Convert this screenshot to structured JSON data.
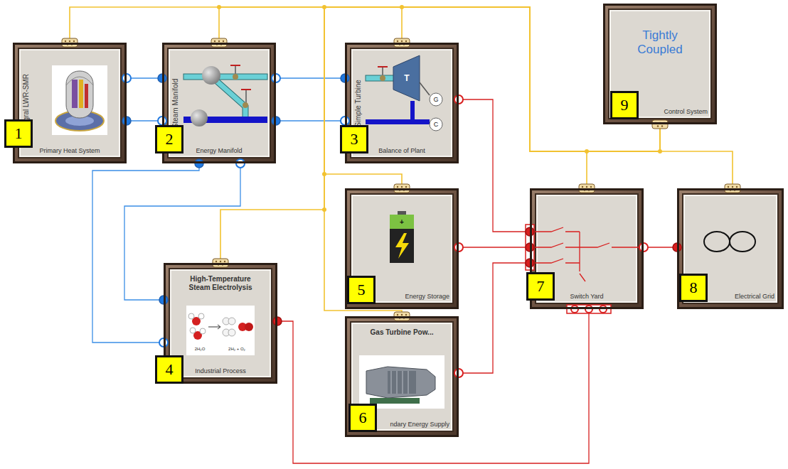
{
  "diagram": {
    "nodes": [
      {
        "text": [
          "Integral LWR-SMR",
          "Primary Heat System"
        ]
      },
      {
        "text": [
          "Steam Manifold",
          "Energy Manifold"
        ]
      },
      {
        "text": [
          "Simple Turbine",
          "Balance of Plant"
        ]
      },
      {
        "text": [
          "Tightly Coupled",
          "Control System"
        ]
      },
      {
        "text": [
          "Energy Storage"
        ]
      },
      {
        "text": [
          "Switch Yard"
        ]
      },
      {
        "text": [
          "Electrical Grid"
        ]
      },
      {
        "text": [
          "High-Temperature Steam Electrolysis",
          "Industrial Process"
        ]
      },
      {
        "text": [
          "Gas Turbine Pow...",
          "ndary Energy Supply"
        ]
      }
    ],
    "edges": [
      {
        "from": 0,
        "to": 1,
        "arrow": "none"
      },
      {
        "from": 0,
        "to": 1,
        "arrow": "none"
      },
      {
        "from": 1,
        "to": 2,
        "arrow": "none"
      },
      {
        "from": 1,
        "to": 2,
        "arrow": "none"
      },
      {
        "from": 1,
        "to": 7,
        "arrow": "none"
      },
      {
        "from": 1,
        "to": 7,
        "arrow": "none"
      },
      {
        "from": 2,
        "to": 5,
        "arrow": "none"
      },
      {
        "from": 4,
        "to": 5,
        "arrow": "none"
      },
      {
        "from": 8,
        "to": 5,
        "arrow": "none"
      },
      {
        "from": 7,
        "to": 5,
        "arrow": "none"
      },
      {
        "from": 5,
        "to": 6,
        "arrow": "none"
      },
      {
        "from": 3,
        "to": 0,
        "arrow": "none"
      },
      {
        "from": 3,
        "to": 1,
        "arrow": "none"
      },
      {
        "from": 3,
        "to": 2,
        "arrow": "none"
      },
      {
        "from": 3,
        "to": 4,
        "arrow": "none"
      },
      {
        "from": 3,
        "to": 5,
        "arrow": "none"
      },
      {
        "from": 3,
        "to": 6,
        "arrow": "none"
      },
      {
        "from": 3,
        "to": 7,
        "arrow": "none"
      },
      {
        "from": 3,
        "to": 8,
        "arrow": "none"
      }
    ],
    "labels": [
      "1",
      "2",
      "3",
      "4",
      "5",
      "6",
      "7",
      "8",
      "9",
      "T",
      "G",
      "C",
      "+",
      "2H₂O",
      "2H₂ + O₂"
    ]
  }
}
